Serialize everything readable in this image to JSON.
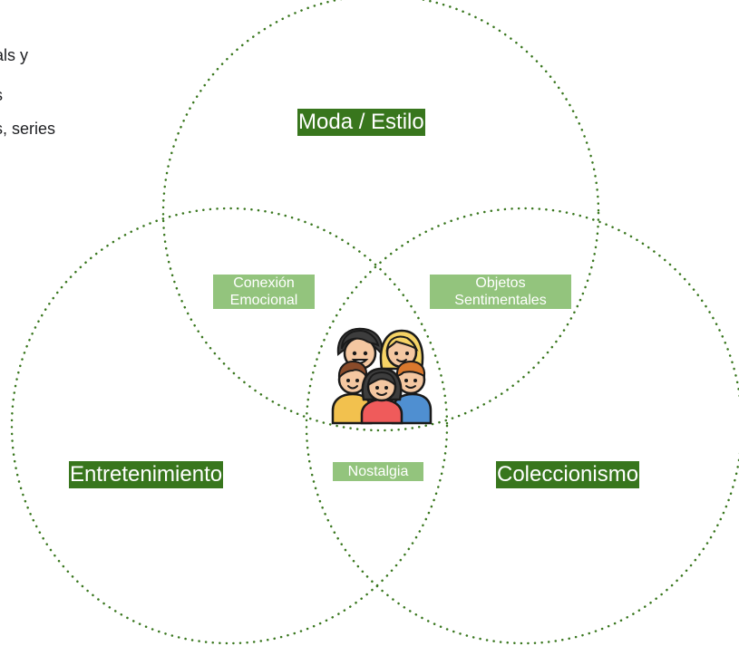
{
  "left_text": {
    "line1": "als y",
    "line2": "s",
    "line3": "s, series"
  },
  "circles": {
    "top": {
      "label": "Moda / Estilo"
    },
    "left": {
      "label": "Entretenimiento"
    },
    "right": {
      "label": "Coleccionismo"
    }
  },
  "overlaps": {
    "top_left": {
      "line1": "Conexión",
      "line2": "Emocional"
    },
    "top_right": {
      "line1": "Objetos",
      "line2": "Sentimentales"
    },
    "left_right": {
      "label": "Nostalgia"
    }
  },
  "center_icon": "group-of-people-icon",
  "colors": {
    "dot_stroke": "#38761d",
    "main_tag_bg": "#38761d",
    "sub_tag_bg": "#93c47d"
  }
}
